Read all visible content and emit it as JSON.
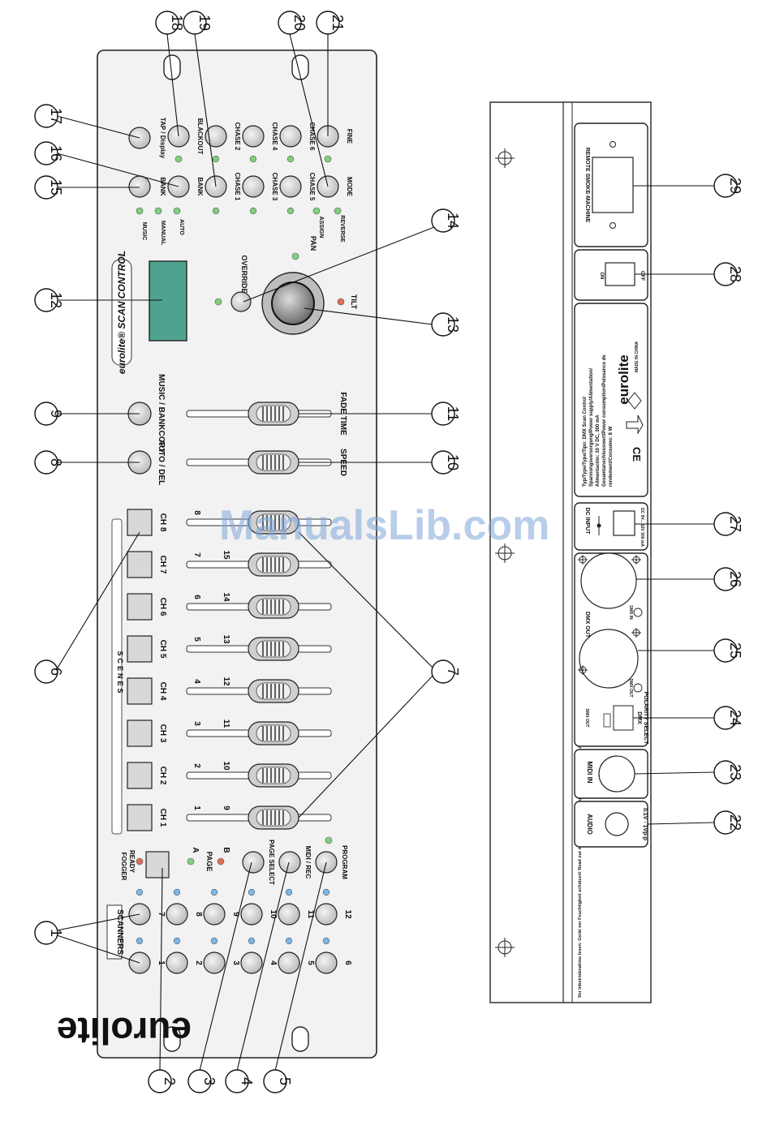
{
  "front_panel": {
    "brand_logo": "eurolite",
    "model_logo": "eurolite® SCAN CONTROL",
    "scanners_label": "SCANNERS",
    "scenes_label": "SCENES",
    "scanner_buttons": [
      "1",
      "2",
      "3",
      "4",
      "5",
      "6",
      "7",
      "8",
      "9",
      "10",
      "11",
      "12"
    ],
    "scene_buttons": [
      "CH 1",
      "CH 2",
      "CH 3",
      "CH 4",
      "CH 5",
      "CH 6",
      "CH 7",
      "CH 8"
    ],
    "fader_numbers_top": [
      "1",
      "2",
      "3",
      "4",
      "5",
      "6",
      "7",
      "8"
    ],
    "fader_numbers_bottom": [
      "9",
      "10",
      "11",
      "12",
      "13",
      "14",
      "15"
    ],
    "fogger": "FOGGER",
    "ready": "READY",
    "page": "PAGE",
    "page_a": "A",
    "page_b": "B",
    "page_select": "PAGE SELECT",
    "midi_rec": "MIDI / REC",
    "program": "PROGRAM",
    "auto_del": "AUTO / DEL",
    "music_bankcopy": "MUSIC / BANKCOPY",
    "speed": "SPEED",
    "fade_time": "FADE TIME",
    "override": "OVERRIDE",
    "pan": "PAN",
    "tilt": "TILT",
    "music": "MUSIC",
    "manual": "MANUAL",
    "auto": "AUTO",
    "tap_display": "TAP / Display",
    "bank": "BANK",
    "blackout": "BLACKOUT",
    "chase": [
      "CHASE 1",
      "CHASE 2",
      "CHASE 3",
      "CHASE 4",
      "CHASE 5",
      "CHASE 6"
    ],
    "mode": "MODE",
    "fine": "FINE",
    "assign": "ASSIGN",
    "reverse": "REVERSE"
  },
  "rear_panel": {
    "warning_text": "Vor Inbetriebnahme lesen: Gerät vor Feuchtigkeit schützen! Read our manual before use. Keep away from moisture! Lire le manuel avant utilisation. Leer el manual antes de usar.",
    "audio": "AUDIO",
    "audio_level": "0.1V - 1Vp-p",
    "midi_in": "MIDI IN",
    "dmx": "DMX",
    "polarity_select": "POLARITY SELECT",
    "dmx_out_pins": "DMX OUT",
    "dmx_in_label": "DMX IN",
    "dmx_out_label": "DMX OUT",
    "dc_input": "DC INPUT",
    "dc_rating": "DC 9V... 12V 300 mA",
    "type_plate": [
      "Typ/Type/Type/Tipo: DMX Scan Control",
      "Spannungsversorgung/Power supply/Alimentation/",
      "Alimentación: 10 V DC, 300 mA",
      "Gesamtanschlusswert/Power consumption/Puissance de",
      "rendement/Consumo: 8 W"
    ],
    "eurolite": "eurolite",
    "made_in": "MADE IN CHINA",
    "ce": "CE",
    "on": "ON",
    "off": "OFF",
    "remote_smoke": "REMOTE SMOKE-MACHINE"
  },
  "callouts": [
    "1",
    "2",
    "3",
    "4",
    "5",
    "6",
    "7",
    "8",
    "9",
    "10",
    "11",
    "12",
    "13",
    "14",
    "15",
    "16",
    "17",
    "18",
    "19",
    "20",
    "21",
    "22",
    "23",
    "24",
    "25",
    "26",
    "27",
    "28",
    "29"
  ],
  "watermark": "ManualsLib.com"
}
